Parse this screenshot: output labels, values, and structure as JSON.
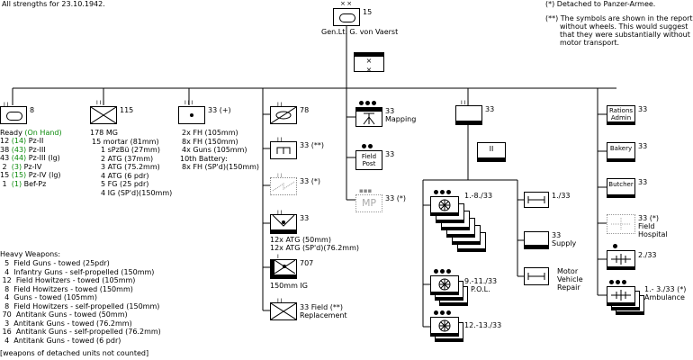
{
  "header": {
    "strengths_date": "All strengths for 23.10.1942.",
    "note_detached": "(*) Detached to Panzer-Armee.",
    "note_symbols_1": "(**) The symbols are shown in the report",
    "note_symbols_2": "without wheels. This would suggest",
    "note_symbols_3": "that they were substantially without",
    "note_symbols_4": "motor transport."
  },
  "hq": {
    "number": "15",
    "commander": "Gen.Lt. G. von Vaerst",
    "mark": "× ×"
  },
  "tanks": {
    "number": "8",
    "ready_label": "Ready",
    "on_hand_label": "(On Hand)",
    "rows": [
      {
        "ready": "12",
        "hand": "(14)",
        "type": "Pz-II"
      },
      {
        "ready": "38",
        "hand": "(43)",
        "type": "Pz-III"
      },
      {
        "ready": "43",
        "hand": "(44)",
        "type": "Pz-III (lg)"
      },
      {
        "ready": "2",
        "hand": "(3)",
        "type": "Pz-IV"
      },
      {
        "ready": "15",
        "hand": "(15)",
        "type": "Pz-IV (lg)"
      },
      {
        "ready": "1",
        "hand": "(1)",
        "type": "Bef-Pz"
      }
    ]
  },
  "infantry": {
    "number": "115",
    "lines": [
      "178 MG",
      "15 mortar (81mm)",
      "1 sPzBü (27mm)",
      "2 ATG (37mm)",
      "3 ATG (75.2mm)",
      "4 ATG (6 pdr)",
      "5 FG (25 pdr)",
      "4 IG (SP'd)(150mm)"
    ]
  },
  "artillery": {
    "number": "33 (+)",
    "lines": [
      "2x FH (105mm)",
      "8x FH (150mm)",
      "4x Guns (105mm)",
      "10th Battery:",
      "8x FH (SP'd)(150mm)"
    ]
  },
  "col4": {
    "recon": "78",
    "engineer": "33 (**)",
    "signals": "33 (*)",
    "antitank": "33",
    "antitank_lines": [
      "12x ATG (50mm)",
      "12x ATG (SP'd)(76.2mm)"
    ],
    "ig_number": "707",
    "ig_label": "150mm IG",
    "replacement_1": "33 Field (**)",
    "replacement_2": "Replacement"
  },
  "col5": {
    "mapping_number": "33",
    "mapping_label": "Mapping",
    "post_box": "Field\nPost",
    "post_number": "33",
    "mp_box": "MP",
    "mp_number": "33 (*)"
  },
  "supply": {
    "number": "33",
    "sub_mark": "II",
    "columns_label": "1.-8./33",
    "pol_label": "9.-11./33",
    "pol_label2": "P.O.L.",
    "col12_label": "12.-13./33",
    "r1": "1./33",
    "r2_number": "33",
    "r2_label": "Supply",
    "r3_label1": "Motor",
    "r3_label2": "Vehicle",
    "r3_label3": "Repair"
  },
  "services": {
    "rations_box": "Rations\nAdmin",
    "rations_number": "33",
    "bakery_box": "Bakery",
    "bakery_number": "33",
    "butcher_box": "Butcher",
    "butcher_number": "33",
    "hospital_number": "33 (*)",
    "hospital_label1": "Field",
    "hospital_label2": "Hospital",
    "amb1": "2./33",
    "amb2": "1.- 3./33 (*)",
    "amb2_label": "Ambulance"
  },
  "heavy_weapons": {
    "title": "Heavy Weapons:",
    "rows": [
      {
        "n": "5",
        "d": "Field Guns - towed (25pdr)"
      },
      {
        "n": "4",
        "d": "Infantry Guns - self-propelled (150mm)"
      },
      {
        "n": "12",
        "d": "Field Howitzers - towed (105mm)"
      },
      {
        "n": "8",
        "d": "Field Howitzers - towed (150mm)"
      },
      {
        "n": "4",
        "d": "Guns - towed (105mm)"
      },
      {
        "n": "8",
        "d": "Field Howitzers - self-propelled (150mm)"
      },
      {
        "n": "70",
        "d": "Antitank Guns - towed (50mm)"
      },
      {
        "n": "3",
        "d": "Antitank Guns - towed (76.2mm)"
      },
      {
        "n": "16",
        "d": "Antitank Guns - self-propelled (76.2mm)"
      },
      {
        "n": "4",
        "d": "Antitank Guns - towed (6 pdr)"
      }
    ],
    "footer": "[weapons of detached units not counted]"
  }
}
